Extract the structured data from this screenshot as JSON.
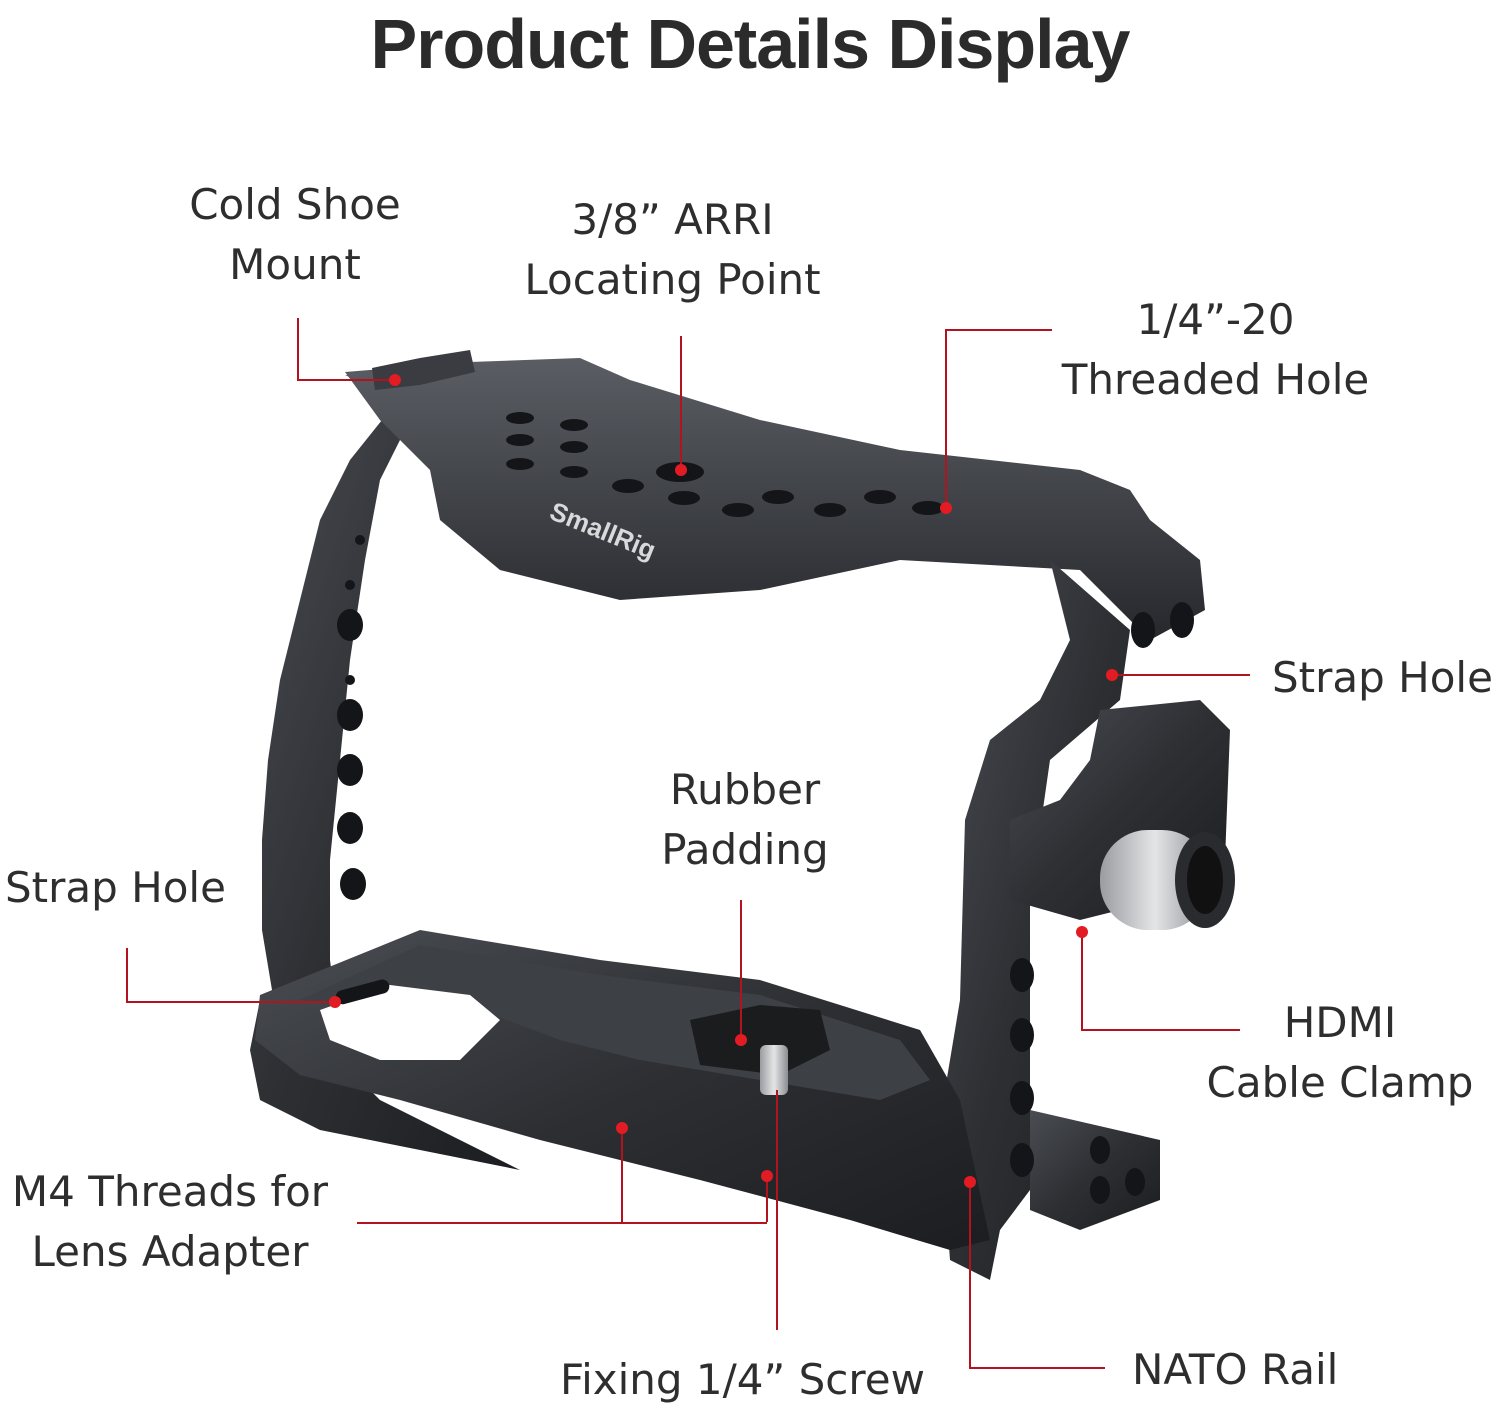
{
  "title": "Product Details Display",
  "brand": "SmallRig",
  "accent_color": "#e31b23",
  "callouts": {
    "cold_shoe": [
      "Cold Shoe",
      "Mount"
    ],
    "arri": [
      "3/8” ARRI",
      "Locating Point"
    ],
    "threaded_hole": [
      "1/4”-20",
      "Threaded Hole"
    ],
    "strap_hole_right": "Strap Hole",
    "rubber_padding": [
      "Rubber",
      "Padding"
    ],
    "strap_hole_left": "Strap Hole",
    "hdmi_clamp": [
      "HDMI",
      "Cable Clamp"
    ],
    "m4_threads": [
      "M4 Threads for",
      "Lens Adapter"
    ],
    "fixing_screw": "Fixing 1/4” Screw",
    "nato_rail": "NATO Rail"
  }
}
